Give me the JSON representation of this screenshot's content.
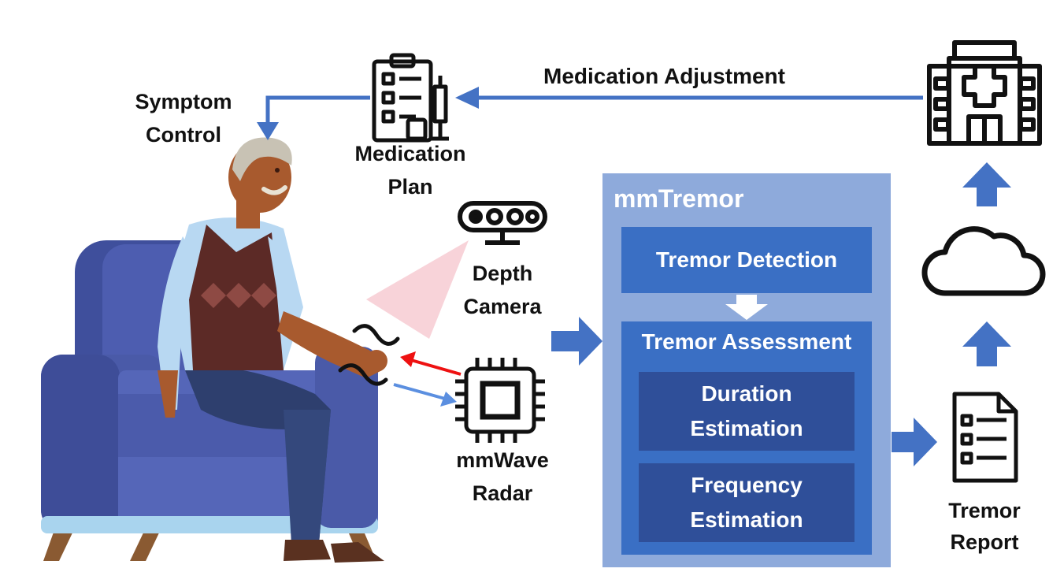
{
  "labels": {
    "medication_adjustment": "Medication Adjustment",
    "symptom_control_1": "Symptom",
    "symptom_control_2": "Control",
    "medication_plan_1": "Medication",
    "medication_plan_2": "Plan",
    "depth_camera_1": "Depth",
    "depth_camera_2": "Camera",
    "mmwave_radar_1": "mmWave",
    "mmwave_radar_2": "Radar",
    "tremor_report_1": "Tremor",
    "tremor_report_2": "Report"
  },
  "mmtremor": {
    "title": "mmTremor",
    "detection": "Tremor Detection",
    "assessment": "Tremor Assessment",
    "duration_1": "Duration",
    "duration_2": "Estimation",
    "frequency_1": "Frequency",
    "frequency_2": "Estimation"
  },
  "icons": [
    "clipboard-medication-icon",
    "hospital-icon",
    "cloud-icon",
    "depth-camera-icon",
    "radar-chip-icon",
    "report-document-icon",
    "patient-armchair-illustration"
  ],
  "colors": {
    "flow_arrow": "#4472c4",
    "panel": "#8eaadb",
    "box": "#3a6fc4",
    "inner_box": "#2f4f99",
    "tx_arrow": "#ee1111",
    "rx_arrow": "#5b8fe0",
    "chair": "#4a5aa8"
  }
}
